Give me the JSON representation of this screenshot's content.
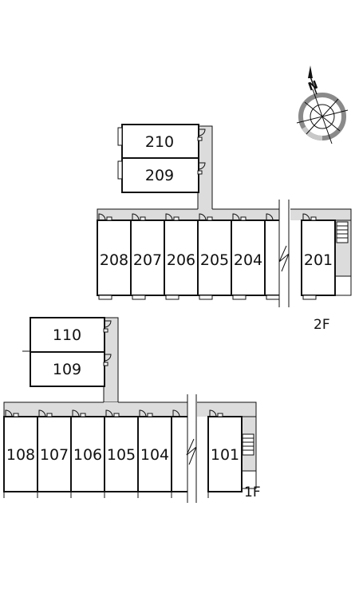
{
  "compass": {
    "north_label": "N",
    "icon": "compass-rose-icon"
  },
  "floors": [
    {
      "id": "2f",
      "label": "2F",
      "annex_units": [
        "210",
        "209"
      ],
      "row_units": [
        "208",
        "207",
        "206",
        "205",
        "204",
        "",
        "201"
      ]
    },
    {
      "id": "1f",
      "label": "1F",
      "annex_units": [
        "110",
        "109"
      ],
      "row_units": [
        "108",
        "107",
        "106",
        "105",
        "104",
        "",
        "101"
      ]
    }
  ],
  "colors": {
    "corridor": "#dcdcdc",
    "line": "#111111",
    "compass_ring": "#8a8a8a",
    "compass_light": "#c8c8c8"
  }
}
